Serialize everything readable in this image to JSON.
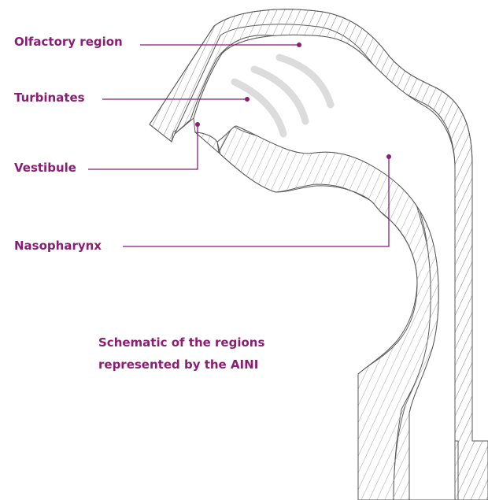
{
  "colors": {
    "accent": "#8b1e74",
    "outline": "#5a5a5a",
    "hatch": "#9a9a9a",
    "turbinate_arc": "#dcdcdc",
    "background": "#ffffff"
  },
  "labels": {
    "olfactory": "Olfactory region",
    "turbinates": "Turbinates",
    "vestibule": "Vestibule",
    "nasopharynx": "Nasopharynx"
  },
  "caption": {
    "line1": "Schematic of the regions",
    "line2": "represented by the AINI"
  }
}
